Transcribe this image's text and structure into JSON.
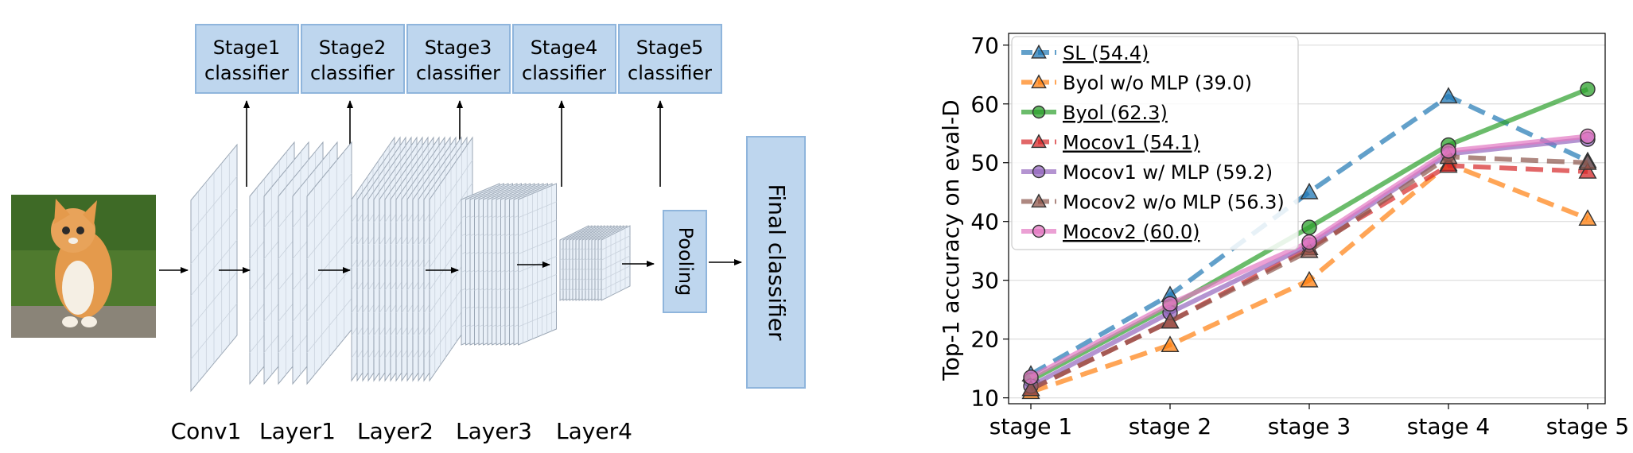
{
  "diagram": {
    "input_image": "kitten-photo",
    "stage_classifiers": [
      {
        "line1": "Stage1",
        "line2": "classifier"
      },
      {
        "line1": "Stage2",
        "line2": "classifier"
      },
      {
        "line1": "Stage3",
        "line2": "classifier"
      },
      {
        "line1": "Stage4",
        "line2": "classifier"
      },
      {
        "line1": "Stage5",
        "line2": "classifier"
      }
    ],
    "layers": [
      "Conv1",
      "Layer1",
      "Layer2",
      "Layer3",
      "Layer4"
    ],
    "pooling": "Pooling",
    "final_classifier": "Final classifier"
  },
  "chart_data": {
    "type": "line",
    "ylabel": "Top-1 accuracy on eval-D",
    "xlabel": "",
    "categories": [
      "stage 1",
      "stage 2",
      "stage 3",
      "stage 4",
      "stage 5"
    ],
    "ylim": [
      9,
      72
    ],
    "yticks": [
      10,
      20,
      30,
      40,
      50,
      60,
      70
    ],
    "grid": "horizontal",
    "legend_position": "top-left",
    "series": [
      {
        "name": "SL (54.4)",
        "values": [
          14,
          27.5,
          45,
          61.3,
          50.3
        ],
        "color": "#1f77b4",
        "dash": "dashed",
        "marker": "triangle",
        "underlined": true
      },
      {
        "name": "Byol w/o MLP (39.0)",
        "values": [
          11,
          19,
          30,
          49.8,
          40.5
        ],
        "color": "#ff7f0e",
        "dash": "dashed",
        "marker": "triangle",
        "underlined": false
      },
      {
        "name": "Byol (62.3)",
        "values": [
          13,
          25.5,
          39,
          53,
          62.5
        ],
        "color": "#2ca02c",
        "dash": "solid",
        "marker": "circle",
        "underlined": true
      },
      {
        "name": "Mocov1 (54.1)",
        "values": [
          11.5,
          23,
          35.5,
          49.5,
          48.5
        ],
        "color": "#d62728",
        "dash": "dashed",
        "marker": "triangle",
        "underlined": true
      },
      {
        "name": "Mocov1 w/ MLP (59.2)",
        "values": [
          12,
          24.5,
          36,
          51.5,
          54
        ],
        "color": "#9467bd",
        "dash": "solid",
        "marker": "circle",
        "underlined": false
      },
      {
        "name": "Mocov2 w/o MLP (56.3)",
        "values": [
          11.5,
          23,
          35,
          51,
          50
        ],
        "color": "#8c564b",
        "dash": "dashed",
        "marker": "triangle",
        "underlined": false
      },
      {
        "name": "Mocov2 (60.0)",
        "values": [
          13.5,
          26,
          36.5,
          52,
          54.5
        ],
        "color": "#e377c2",
        "dash": "solid",
        "marker": "circle",
        "underlined": true
      }
    ]
  }
}
